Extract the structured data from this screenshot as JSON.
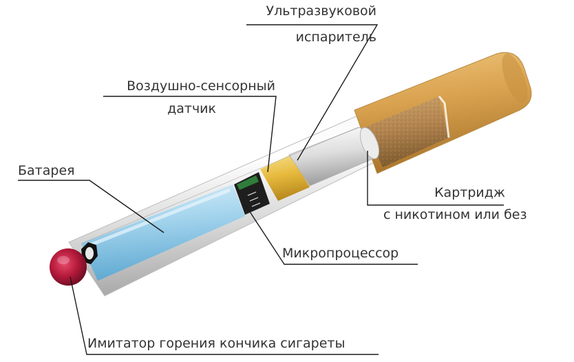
{
  "labels": {
    "evaporator_line1": "Ультразвуковой",
    "evaporator_line2": "испаритель",
    "sensor_line1": "Воздушно-сенсорный",
    "sensor_line2": "датчик",
    "battery": "Батарея",
    "cartridge_line1": "Картридж",
    "cartridge_line2": "с никотином или без",
    "microprocessor": "Микропроцессор",
    "tip_imitator": "Имитатор горения кончика сигареты"
  },
  "colors": {
    "outline": "#1a1a1a",
    "text": "#333333",
    "tube_silver": "#d9d9d9",
    "battery_blue": "#a9d8ee",
    "sensor_gold": "#e8c04a",
    "chip_dark": "#1e1e1e",
    "evaporator_silver": "#dcdcdc",
    "cartridge_brown": "#b7894e",
    "filter_orange": "#d9a55a",
    "tip_red": "#b4193a"
  }
}
